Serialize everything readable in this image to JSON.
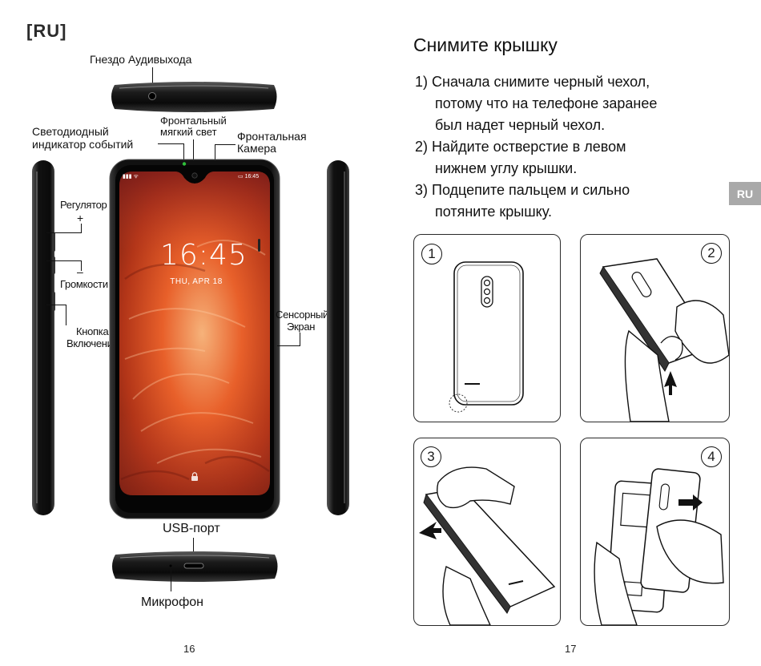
{
  "page_left": {
    "lang_tag": "[RU]",
    "labels": {
      "audio_jack": "Гнездо Аудивыхода",
      "front_light_line1": "Фронтальный",
      "front_light_line2": "мягкий свет",
      "led_line1": "Светодиодный",
      "led_line2": "индикатор событий",
      "front_camera_line1": "Фронтальная",
      "front_camera_line2": "Камера",
      "volume_top": "Регулятор",
      "volume_plus": "+",
      "volume_minus": "–",
      "volume_bottom": "Громкости",
      "power_line1": "Кнопка",
      "power_line2": "Включения",
      "touch_line1": "Сенсорный",
      "touch_line2": "Экран",
      "usb": "USB-порт",
      "mic": "Микрофон"
    },
    "screen": {
      "status_time": "16:45",
      "clock": "16:45",
      "date": "THU, APR 18"
    },
    "page_number": "16"
  },
  "page_right": {
    "title": "Снимите крышку",
    "steps": [
      {
        "line1": "1) Сначала снимите черный чехол,",
        "line2": "потому что на телефоне заранее",
        "line3": "был надет черный чехол."
      },
      {
        "line1": "2) Найдите остверстие в левом",
        "line2": "нижнем углу крышки.",
        "line3": ""
      },
      {
        "line1": "3) Подцепите пальцем и сильно",
        "line2": "потяните крышку.",
        "line3": ""
      }
    ],
    "side_tab": "RU",
    "panels": [
      {
        "number": "1"
      },
      {
        "number": "2"
      },
      {
        "number": "3"
      },
      {
        "number": "4"
      }
    ],
    "page_number": "17"
  },
  "colors": {
    "accent_gray": "#a9a9a9",
    "led_green": "#2fbf3a",
    "wallpaper_orange": "#e8602a"
  }
}
